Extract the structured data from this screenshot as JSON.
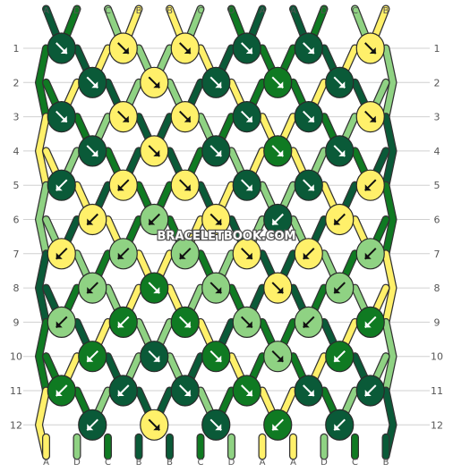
{
  "site": {
    "watermark": "BRACELETBOOK.COM"
  },
  "colors": {
    "A": "#0a5a38",
    "B": "#fff06a",
    "C": "#8fd283",
    "D": "#0f7a22"
  },
  "strings": {
    "top": [
      "A",
      "D",
      "C",
      "B",
      "B",
      "C",
      "D",
      "A",
      "A",
      "D",
      "C",
      "B"
    ],
    "bottom": [
      "A",
      "D",
      "C",
      "B",
      "B",
      "C",
      "D",
      "A",
      "A",
      "D",
      "C",
      "B"
    ]
  },
  "rows": {
    "left": [
      "1",
      "2",
      "3",
      "4",
      "5",
      "6",
      "7",
      "8",
      "9",
      "10",
      "11",
      "12"
    ],
    "right": [
      "1",
      "2",
      "3",
      "4",
      "5",
      "6",
      "7",
      "8",
      "9",
      "10",
      "11",
      "12"
    ]
  },
  "pattern": [
    [
      {
        "c": "A",
        "d": "se"
      },
      {
        "c": "B",
        "d": "se"
      },
      {
        "c": "B",
        "d": "se"
      },
      {
        "c": "A",
        "d": "se"
      },
      {
        "c": "A",
        "d": "se"
      },
      {
        "c": "B",
        "d": "se"
      }
    ],
    [
      {
        "c": "A",
        "d": "se"
      },
      {
        "c": "B",
        "d": "se"
      },
      {
        "c": "A",
        "d": "se"
      },
      {
        "c": "D",
        "d": "se"
      },
      {
        "c": "A",
        "d": "se"
      }
    ],
    [
      {
        "c": "A",
        "d": "se"
      },
      {
        "c": "B",
        "d": "se"
      },
      {
        "c": "B",
        "d": "se"
      },
      {
        "c": "A",
        "d": "se"
      },
      {
        "c": "A",
        "d": "se"
      },
      {
        "c": "B",
        "d": "se"
      }
    ],
    [
      {
        "c": "A",
        "d": "se"
      },
      {
        "c": "B",
        "d": "se"
      },
      {
        "c": "A",
        "d": "se"
      },
      {
        "c": "D",
        "d": "se"
      },
      {
        "c": "A",
        "d": "se"
      }
    ],
    [
      {
        "c": "A",
        "d": "sw"
      },
      {
        "c": "B",
        "d": "sw"
      },
      {
        "c": "B",
        "d": "se"
      },
      {
        "c": "A",
        "d": "se"
      },
      {
        "c": "A",
        "d": "se"
      },
      {
        "c": "B",
        "d": "sw"
      }
    ],
    [
      {
        "c": "B",
        "d": "sw"
      },
      {
        "c": "C",
        "d": "sw"
      },
      {
        "c": "B",
        "d": "se"
      },
      {
        "c": "A",
        "d": "sw"
      },
      {
        "c": "B",
        "d": "sw"
      }
    ],
    [
      {
        "c": "B",
        "d": "sw"
      },
      {
        "c": "C",
        "d": "sw"
      },
      {
        "c": "C",
        "d": "sw"
      },
      {
        "c": "B",
        "d": "se"
      },
      {
        "c": "B",
        "d": "sw"
      },
      {
        "c": "C",
        "d": "sw"
      }
    ],
    [
      {
        "c": "C",
        "d": "sw"
      },
      {
        "c": "D",
        "d": "se"
      },
      {
        "c": "C",
        "d": "se"
      },
      {
        "c": "B",
        "d": "se"
      },
      {
        "c": "C",
        "d": "sw"
      }
    ],
    [
      {
        "c": "C",
        "d": "sw"
      },
      {
        "c": "D",
        "d": "sw"
      },
      {
        "c": "D",
        "d": "se"
      },
      {
        "c": "C",
        "d": "se"
      },
      {
        "c": "C",
        "d": "sw"
      },
      {
        "c": "D",
        "d": "sw"
      }
    ],
    [
      {
        "c": "D",
        "d": "sw"
      },
      {
        "c": "A",
        "d": "se"
      },
      {
        "c": "D",
        "d": "se"
      },
      {
        "c": "C",
        "d": "se"
      },
      {
        "c": "D",
        "d": "sw"
      }
    ],
    [
      {
        "c": "D",
        "d": "sw"
      },
      {
        "c": "A",
        "d": "sw"
      },
      {
        "c": "A",
        "d": "se"
      },
      {
        "c": "D",
        "d": "se"
      },
      {
        "c": "A",
        "d": "se"
      },
      {
        "c": "A",
        "d": "sw"
      }
    ],
    [
      {
        "c": "A",
        "d": "sw"
      },
      {
        "c": "B",
        "d": "se"
      },
      {
        "c": "A",
        "d": "se"
      },
      {
        "c": "D",
        "d": "sw"
      },
      {
        "c": "A",
        "d": "sw"
      }
    ]
  ]
}
